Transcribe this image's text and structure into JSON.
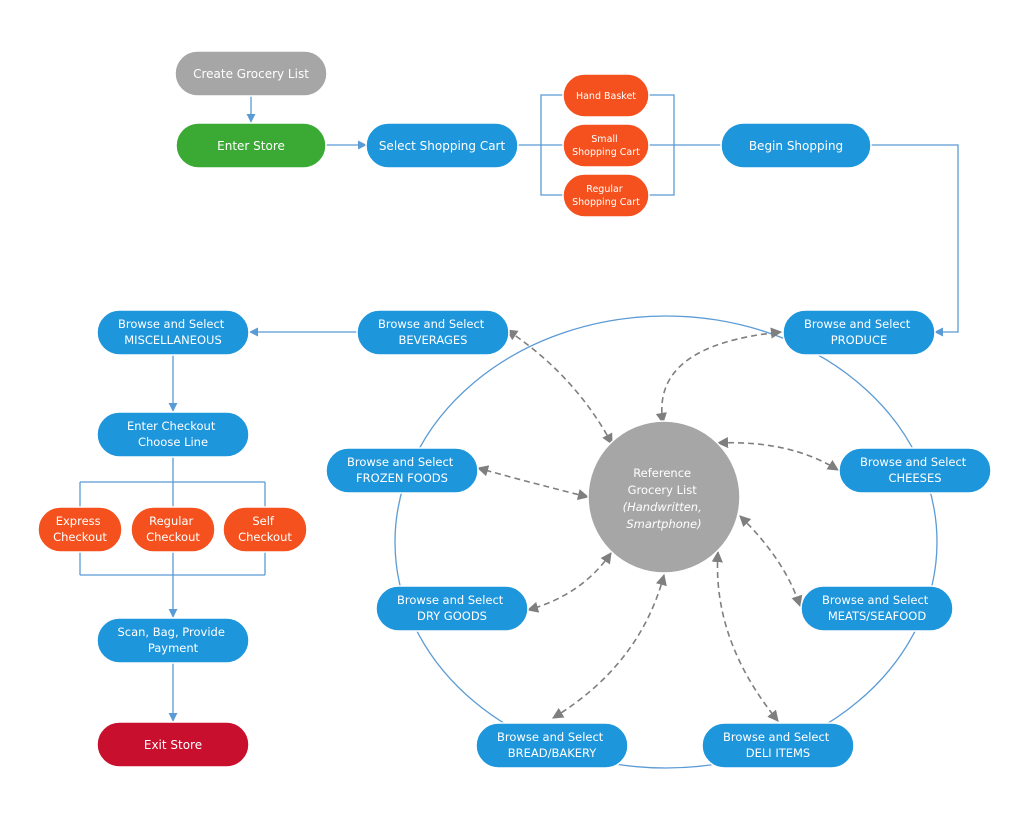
{
  "colors": {
    "gray": "#a6a6a6",
    "green": "#3aaa35",
    "blue": "#1e96dc",
    "orange": "#f4511e",
    "red": "#c8102e",
    "connector": "#5b9bd5",
    "dashed": "#7f7f7f"
  },
  "nodes": {
    "create_list": {
      "lines": [
        "Create Grocery List"
      ]
    },
    "enter_store": {
      "lines": [
        "Enter Store"
      ]
    },
    "select_cart": {
      "lines": [
        "Select Shopping Cart"
      ]
    },
    "hand_basket": {
      "lines": [
        "Hand Basket"
      ]
    },
    "small_cart": {
      "lines": [
        "Small",
        "Shopping Cart"
      ]
    },
    "regular_cart": {
      "lines": [
        "Regular",
        "Shopping Cart"
      ]
    },
    "begin_shopping": {
      "lines": [
        "Begin Shopping"
      ]
    },
    "produce": {
      "lines": [
        "Browse and Select",
        "PRODUCE"
      ]
    },
    "cheeses": {
      "lines": [
        "Browse and Select",
        "CHEESES"
      ]
    },
    "meats": {
      "lines": [
        "Browse and Select",
        "MEATS/SEAFOOD"
      ]
    },
    "deli": {
      "lines": [
        "Browse and Select",
        "DELI ITEMS"
      ]
    },
    "bakery": {
      "lines": [
        "Browse and Select",
        "BREAD/BAKERY"
      ]
    },
    "dry_goods": {
      "lines": [
        "Browse and Select",
        "DRY GOODS"
      ]
    },
    "frozen": {
      "lines": [
        "Browse and Select",
        "FROZEN FOODS"
      ]
    },
    "beverages": {
      "lines": [
        "Browse and Select",
        "BEVERAGES"
      ]
    },
    "misc": {
      "lines": [
        "Browse and Select",
        "MISCELLANEOUS"
      ]
    },
    "checkout_line": {
      "lines": [
        "Enter Checkout",
        "Choose Line"
      ]
    },
    "express": {
      "lines": [
        "Express",
        "Checkout"
      ]
    },
    "regular_checkout": {
      "lines": [
        "Regular",
        "Checkout"
      ]
    },
    "self_checkout": {
      "lines": [
        "Self",
        "Checkout"
      ]
    },
    "scan_bag": {
      "lines": [
        "Scan, Bag, Provide",
        "Payment"
      ]
    },
    "exit_store": {
      "lines": [
        "Exit Store"
      ]
    },
    "reference_list": {
      "lines": [
        "Reference",
        "Grocery List",
        "(Handwritten,",
        "Smartphone)"
      ]
    }
  }
}
